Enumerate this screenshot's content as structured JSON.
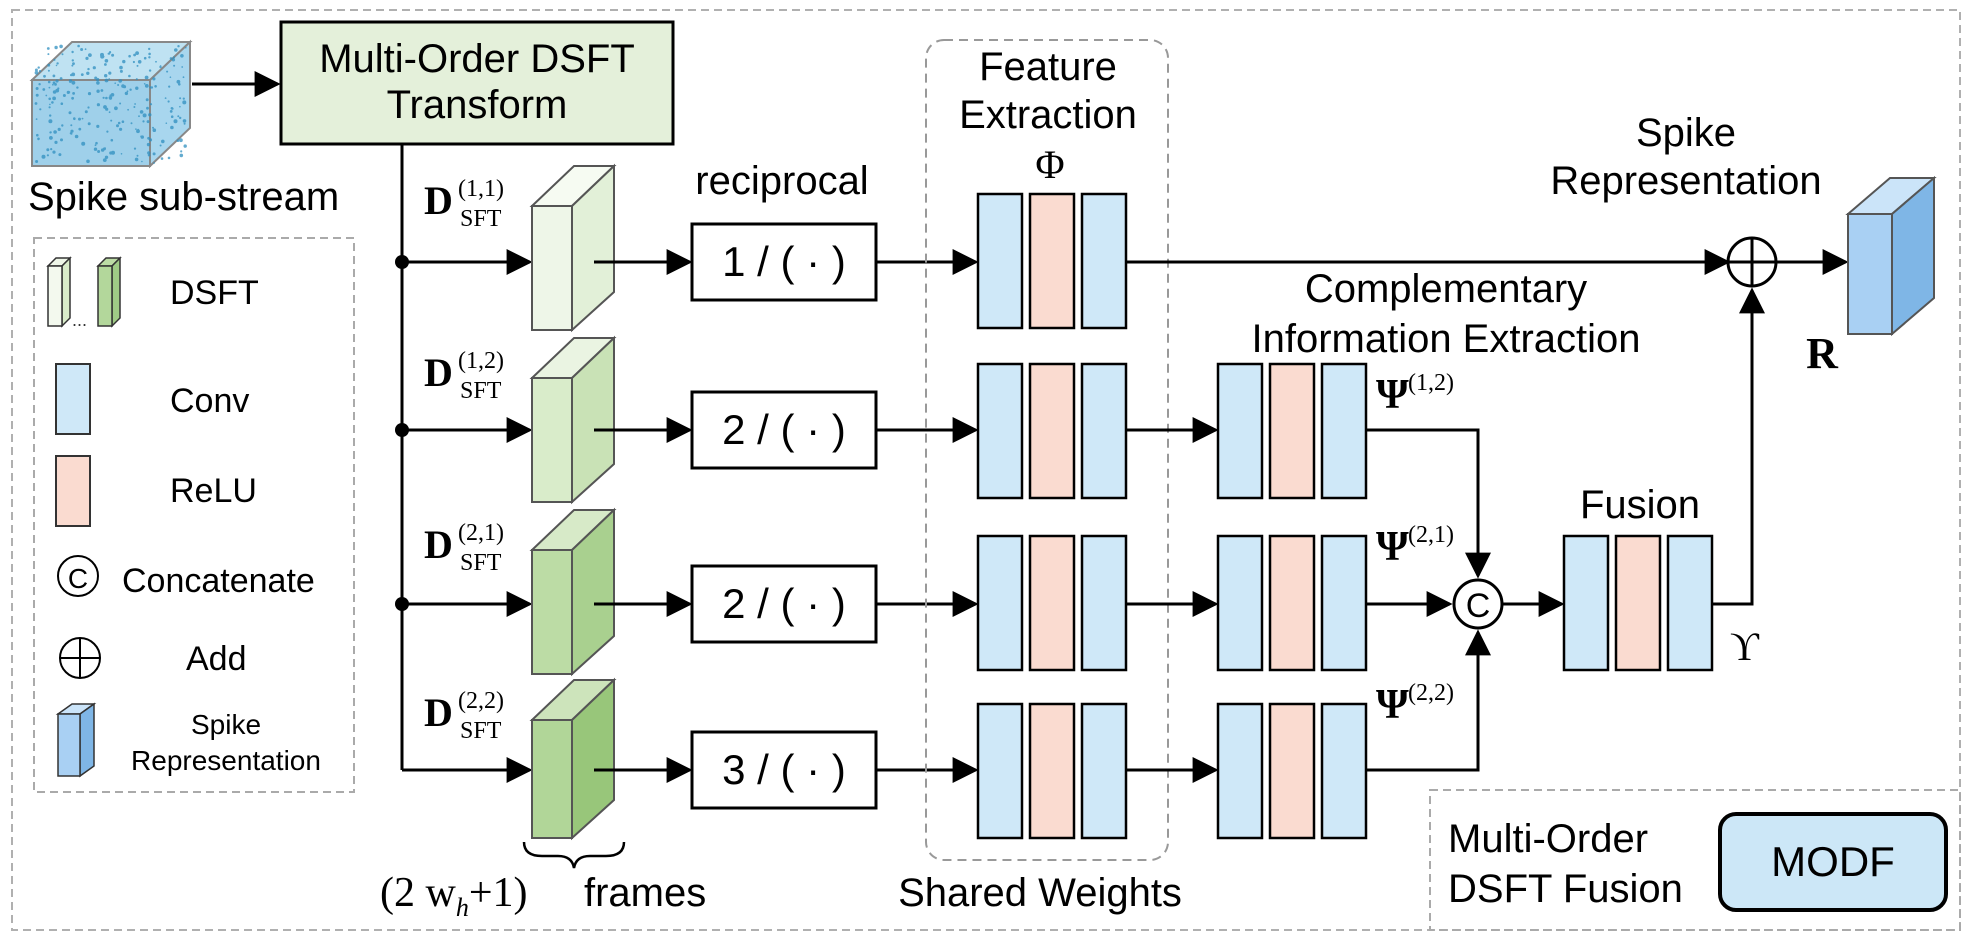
{
  "header": {
    "transform_label_line1": "Multi-Order DSFT",
    "transform_label_line2": "Transform",
    "input_label": "Spike sub-stream"
  },
  "legend": {
    "dsft": "DSFT",
    "conv": "Conv",
    "relu": "ReLU",
    "concat_symbol": "C",
    "concatenate": "Concatenate",
    "add_symbol": "⊕",
    "add": "Add",
    "spike_rep_line1": "Spike",
    "spike_rep_line2": "Representation"
  },
  "branches": [
    {
      "d_main": "D",
      "d_sub": "SFT",
      "d_sup": "(1,1)",
      "op": "1 / ( · )"
    },
    {
      "d_main": "D",
      "d_sub": "SFT",
      "d_sup": "(1,2)",
      "op": "2 / ( · )"
    },
    {
      "d_main": "D",
      "d_sub": "SFT",
      "d_sup": "(2,1)",
      "op": "2 / ( · )"
    },
    {
      "d_main": "D",
      "d_sub": "SFT",
      "d_sup": "(2,2)",
      "op": "3 / ( · )"
    }
  ],
  "labels": {
    "reciprocal": "reciprocal",
    "feature_extraction_line1": "Feature",
    "feature_extraction_line2": "Extraction",
    "phi": "Φ",
    "shared_weights": "Shared Weights",
    "cie_line1": "Complementary",
    "cie_line2": "Information Extraction",
    "psi_main": "Ψ",
    "psi_12": "(1,2)",
    "psi_21": "(2,1)",
    "psi_22": "(2,2)",
    "fusion": "Fusion",
    "upsilon": "ϒ",
    "spike_rep_line1": "Spike",
    "spike_rep_line2": "Representation",
    "r_label": "R",
    "frames_prefix": "(2 w",
    "frames_sub": "h",
    "frames_suffix": "+1)",
    "frames_word": "frames",
    "concat_symbol": "C",
    "add_symbol": "⊕"
  },
  "footer": {
    "modf_line1": "Multi-Order",
    "modf_line2": "DSFT Fusion",
    "modf_button": "MODF"
  },
  "colors": {
    "conv": "#cfe8f8",
    "relu": "#fadbd0",
    "transform_fill": "#e4f0da",
    "dsft_light": "#eef6e8",
    "dsft_mid": "#d9ecca",
    "dsft_dark": "#bcdca5",
    "spike_rep": "#a9d0f3",
    "modf_fill": "#cce7f7"
  }
}
